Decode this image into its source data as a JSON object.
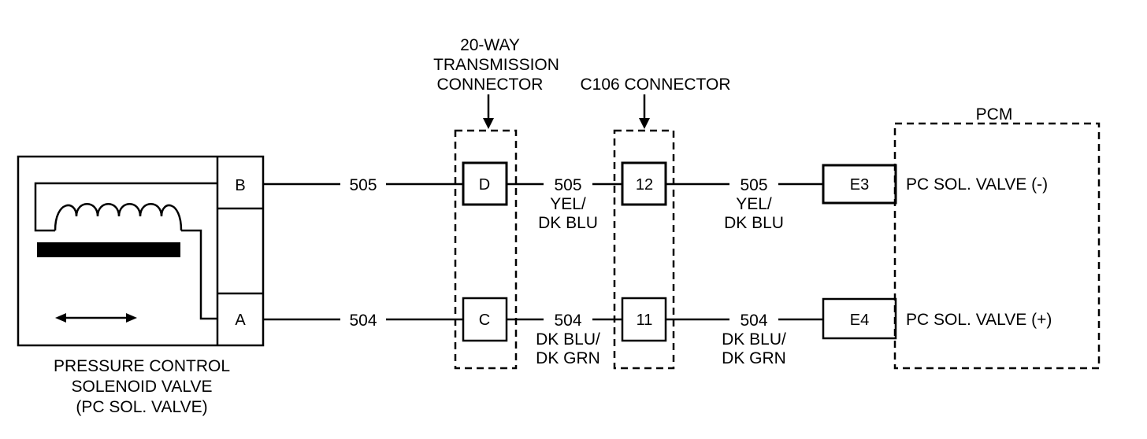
{
  "solenoid": {
    "pin_b": "B",
    "pin_a": "A",
    "label_line1": "PRESSURE CONTROL",
    "label_line2": "SOLENOID VALVE",
    "label_line3": "(PC SOL. VALVE)"
  },
  "trans_connector": {
    "title_line1": "20-WAY",
    "title_line2": "TRANSMISSION",
    "title_line3": "CONNECTOR",
    "pin_top": "D",
    "pin_bottom": "C"
  },
  "c106_connector": {
    "title": "C106 CONNECTOR",
    "pin_top": "12",
    "pin_bottom": "11"
  },
  "pcm": {
    "title": "PCM",
    "pin_top": "E3",
    "pin_bottom": "E4",
    "pin_top_desc": "PC SOL. VALVE (-)",
    "pin_bottom_desc": "PC SOL. VALVE (+)"
  },
  "wires": {
    "top": {
      "circuit1": "505",
      "circuit2": "505",
      "color2_line1": "YEL/",
      "color2_line2": "DK BLU",
      "circuit3": "505",
      "color3_line1": "YEL/",
      "color3_line2": "DK BLU"
    },
    "bottom": {
      "circuit1": "504",
      "circuit2": "504",
      "color2_line1": "DK BLU/",
      "color2_line2": "DK GRN",
      "circuit3": "504",
      "color3_line1": "DK BLU/",
      "color3_line2": "DK GRN"
    }
  }
}
